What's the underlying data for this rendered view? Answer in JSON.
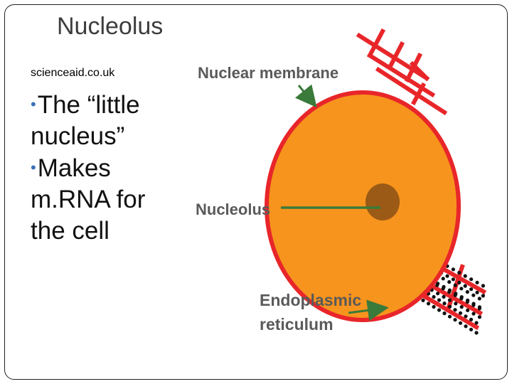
{
  "slide": {
    "title": "Nucleolus",
    "source": "scienceaid.co.uk",
    "bullets": [
      {
        "lines": [
          "The “little",
          "nucleus”"
        ]
      },
      {
        "lines": [
          "Makes",
          "m.RNA for",
          "the cell"
        ]
      }
    ]
  },
  "diagram": {
    "labels": {
      "nuclear_membrane": "Nuclear membrane",
      "nucleolus": "Nucleolus",
      "er_line1": "Endoplasmic",
      "er_line2": "reticulum"
    },
    "colors": {
      "nucleus_fill": "#f7941d",
      "membrane": "#e8262a",
      "nucleolus_fill": "#9b5a16",
      "arrow": "#3a7a3a",
      "ribosome": "#111111"
    }
  }
}
